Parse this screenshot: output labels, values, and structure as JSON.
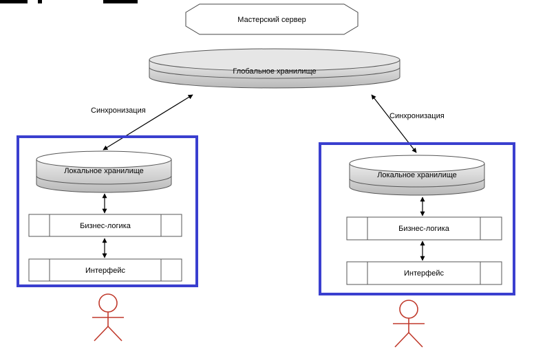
{
  "master_server": {
    "label": "Мастерский сервер"
  },
  "global_storage": {
    "label": "Глобальное хранилище"
  },
  "sync": {
    "left_label": "Синхронизация",
    "right_label": "Синхронизация"
  },
  "left_client": {
    "local_storage": "Локальное хранилище",
    "business_logic": "Бизнес-логика",
    "interface": "Интерфейс"
  },
  "right_client": {
    "local_storage": "Локальное хранилище",
    "business_logic": "Бизнес-логика",
    "interface": "Интерфейс"
  },
  "colors": {
    "client_frame": "#3a3fcf",
    "stick_figure": "#c0392b",
    "cylinder_fill": "#d6d6d6",
    "cylinder_top": "#ffffff"
  }
}
